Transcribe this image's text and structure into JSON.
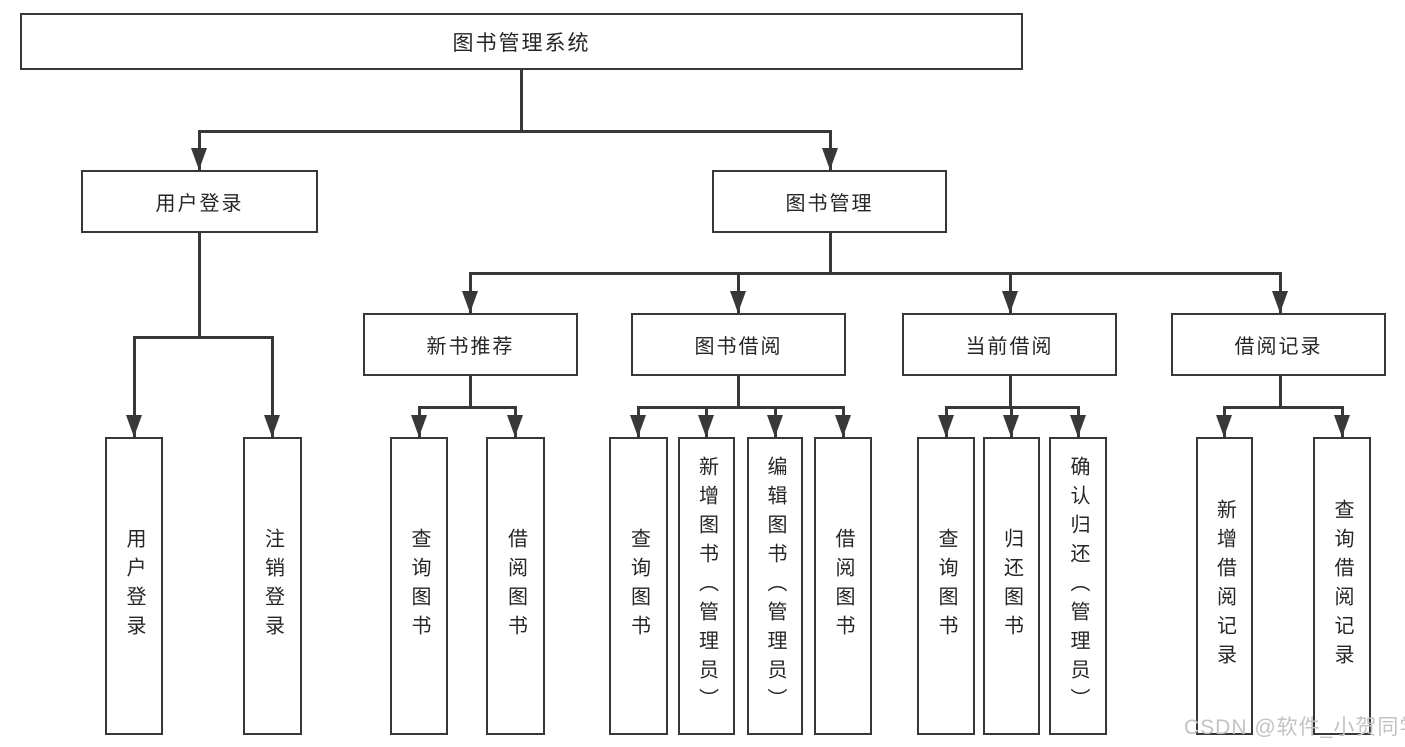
{
  "diagram": {
    "title": "图书管理系统",
    "nodes": {
      "root": "图书管理系统",
      "user_login": "用户登录",
      "book_mgmt": "图书管理",
      "new_books": "新书推荐",
      "book_borrow": "图书借阅",
      "current_borrow": "当前借阅",
      "borrow_records": "借阅记录",
      "leaf_login": "用户登录",
      "leaf_logout": "注销登录",
      "leaf_nb_query": "查询图书",
      "leaf_nb_borrow": "借阅图书",
      "leaf_bb_query": "查询图书",
      "leaf_bb_add": "新增图书（管理员）",
      "leaf_bb_edit": "编辑图书（管理员）",
      "leaf_bb_borrow": "借阅图书",
      "leaf_cb_query": "查询图书",
      "leaf_cb_return": "归还图书",
      "leaf_cb_confirm": "确认归还（管理员）",
      "leaf_br_add": "新增借阅记录",
      "leaf_br_query": "查询借阅记录"
    },
    "colors": {
      "line": "#383838",
      "text": "#262626",
      "watermark": "#c3c3c3",
      "background": "#ffffff"
    }
  },
  "watermark": "CSDN @软件_小贺同学"
}
